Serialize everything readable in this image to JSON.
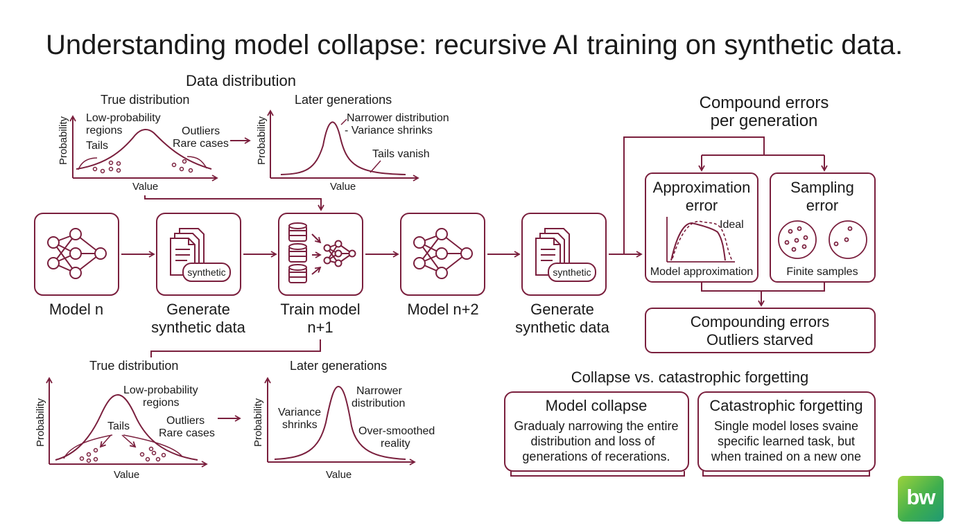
{
  "title": "Understanding model collapse: recursive AI training on synthetic data.",
  "data_distribution": {
    "heading": "Data distribution",
    "true_chart": {
      "title": "True distribution",
      "ylabel": "Probability",
      "xlabel": "Value",
      "low_prob_line1": "Low-probability",
      "low_prob_line2": "regions",
      "tails": "Tails",
      "outliers": "Outliers",
      "rare_cases": "Rare cases"
    },
    "later_chart": {
      "title": "Later generations",
      "ylabel": "Probability",
      "xlabel": "Value",
      "narrower": "Narrower distribution",
      "variance": "- Variance shrinks",
      "tails_vanish": "Tails vanish"
    }
  },
  "pipeline": [
    {
      "line1": "Model n",
      "line2": "",
      "icon": "neural-network-icon"
    },
    {
      "line1": "Generate",
      "line2": "synthetic data",
      "icon": "documents-icon",
      "badge": "synthetic"
    },
    {
      "line1": "Train model",
      "line2": "n+1",
      "icon": "database-train-icon"
    },
    {
      "line1": "Model n+2",
      "line2": "",
      "icon": "neural-network-icon"
    },
    {
      "line1": "Generate",
      "line2": "synthetic data",
      "icon": "documents-icon",
      "badge": "synthetic"
    }
  ],
  "bottom_charts": {
    "true_chart": {
      "title": "True distribution",
      "ylabel": "Probability",
      "xlabel": "Value",
      "low_prob_line1": "Low-probability",
      "low_prob_line2": "regions",
      "tails": "Tails",
      "outliers": "Outliers",
      "rare_cases": "Rare cases"
    },
    "later_chart": {
      "title": "Later generations",
      "ylabel": "Probability",
      "xlabel": "Value",
      "variance_line1": "Variance",
      "variance_line2": "shrinks",
      "narrower_line1": "Narrower",
      "narrower_line2": "distribution",
      "smoothed_line1": "Over-smoothed",
      "smoothed_line2": "reality"
    }
  },
  "compound": {
    "heading_line1": "Compound errors",
    "heading_line2": "per generation",
    "approx": {
      "title_line1": "Approximation",
      "title_line2": "error",
      "ideal": "Ideal",
      "caption": "Model approximation"
    },
    "sampling": {
      "title_line1": "Sampling",
      "title_line2": "error",
      "caption": "Finite samples"
    },
    "result_line1": "Compounding errors",
    "result_line2": "Outliers starved"
  },
  "comparison": {
    "heading": "Collapse vs. catastrophic forgetting",
    "collapse": {
      "title": "Model collapse",
      "line1": "Gradualy narrowing the entire",
      "line2": "distribution and loss of",
      "line3": "generations of recerations."
    },
    "forgetting": {
      "title": "Catastrophic forgetting",
      "line1": "Single model loses svaine",
      "line2": "specific learned task, but",
      "line3": "when trained on a new one"
    }
  },
  "logo_text": "bw",
  "colors": {
    "accent": "#7a1f3d",
    "text": "#1a1a1a",
    "background": "#ffffff",
    "logo_green": "#3fae4e"
  }
}
